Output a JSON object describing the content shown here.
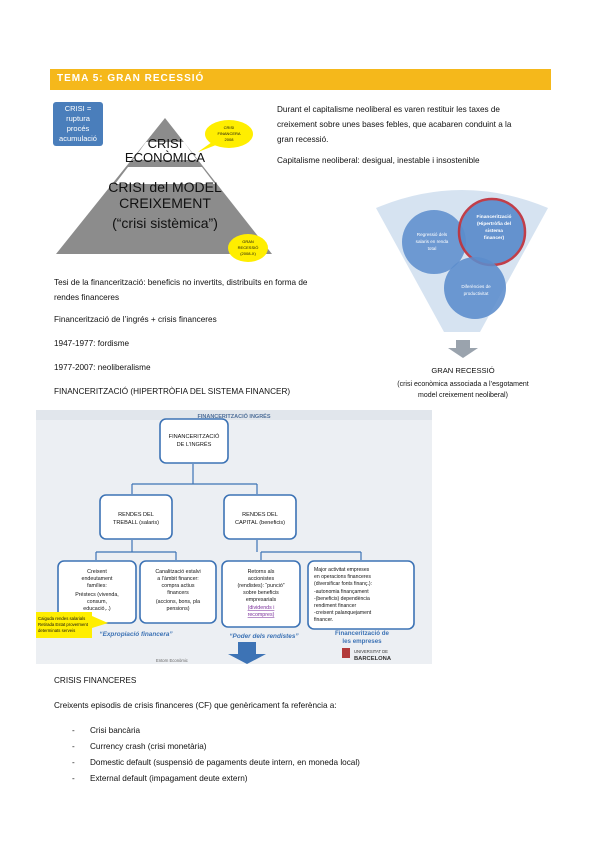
{
  "header": {
    "title": "TEMA 5: GRAN RECESSIÓ"
  },
  "pyramid": {
    "note": [
      "CRISI =",
      "ruptura",
      "procés",
      "acumulació"
    ],
    "top": [
      "CRISI",
      "ECONÒMICA"
    ],
    "middle": [
      "CRISI del MODEL",
      "CREIXEMENT"
    ],
    "bottom": "(“crisi sistèmica”)",
    "bubble_top": [
      "CRISI",
      "FINANCERA",
      "2008"
    ],
    "bubble_bottom": [
      "GRAN",
      "RECESSIÓ",
      "(2008-X)"
    ]
  },
  "intro": {
    "p1_lines": [
      "Durant el capitalisme neoliberal es varen restituir les taxes de",
      "creixement sobre unes bases febles, que acabaren conduint a la",
      "gran recessió."
    ],
    "p2": "Capitalisme neoliberal: desigual, inestable i insostenible"
  },
  "venn": {
    "circle1": [
      "Regressió dels",
      "salaris en renda",
      "total"
    ],
    "circle2": [
      "Financerització",
      "(Hipertròfia del",
      "sistema",
      "financer)"
    ],
    "circle3": [
      "Diferències de",
      "productivitat"
    ],
    "result_title": "GRAN RECESSIÓ",
    "result_sub": [
      "(crisi econòmica associada a l’esgotament",
      "model creixement neoliberal)"
    ]
  },
  "mid_text": {
    "thesis_lines": [
      "Tesi de la financerització: beneficis no invertits, distribuïts en forma de",
      "rendes financeres"
    ],
    "fin_line": "Financerització de l’ingrés + crisis financeres",
    "fordism": "1947-1977: fordisme",
    "neolib": "1977-2007: neoliberalisme",
    "fin_heading": "FINANCERITZACIÓ (HIPERTRÒFIA DEL SISTEMA FINANCER)"
  },
  "diagram": {
    "header": "FINANCERITZACIÓ INGRÉS",
    "root": [
      "FINANCERITZACIÓ",
      "DE L’INGRÉS"
    ],
    "left_branch": [
      "RENDES DEL",
      "TREBALL (salaris)"
    ],
    "right_branch": [
      "RENDES DEL",
      "CAPITAL (beneficis)"
    ],
    "leaf1": [
      "Creixent",
      "endeutament",
      "famílies:",
      "Préstecs (vivenda,",
      "consum,",
      "educació,..)"
    ],
    "leaf2": [
      "Canalització estalvi",
      "a l’àmbit financer:",
      "compra actius",
      "financers",
      "(accions, bons, pla",
      "pensions)"
    ],
    "leaf3": [
      "Retorns als",
      "accionistes",
      "(rendistes): “punció”",
      "sobre beneficis",
      "empresarials"
    ],
    "leaf3_link": [
      "(dividends i",
      "recompres)"
    ],
    "leaf4": [
      "Major activitat empreses",
      "en operacions financeres",
      "(diversificar fonts finanç.):",
      "-autonomia finançament",
      "-(beneficis) dependència",
      "rendiment financer",
      "-creixent palanquejament",
      "financer."
    ],
    "label_exprop": "“Expropiació financera”",
    "label_rendistes": "“Poder dels rendistes”",
    "label_empreses": [
      "Financerització de",
      "les empreses"
    ],
    "yellow_note": [
      "Caiguda rendes salarials",
      "Retirada Estat proveïment",
      "determinats serveis"
    ],
    "footer_small": "Entorn Econòmic",
    "university": [
      "UNIVERSITAT DE",
      "BARCELONA"
    ]
  },
  "crisis": {
    "heading": "CRISIS FINANCERES",
    "intro": "Creixents episodis de crisis financeres (CF) que genèricament fa referència a:",
    "items": [
      "Crisi bancària",
      "Currency crash (crisi monetària)",
      "Domestic default (suspensió de pagaments deute intern, en moneda local)",
      "External default (impagament deute extern)"
    ]
  },
  "colors": {
    "banner": "#f5b81b",
    "pyramid": "#8c8c8c",
    "note": "#4a7ebb",
    "bubble": "#ffee00",
    "diagram_blue": "#3d73b5",
    "funnel": "#d6e3f1",
    "circle": "#5b8ccc",
    "circle_ring": "#c0313b"
  }
}
